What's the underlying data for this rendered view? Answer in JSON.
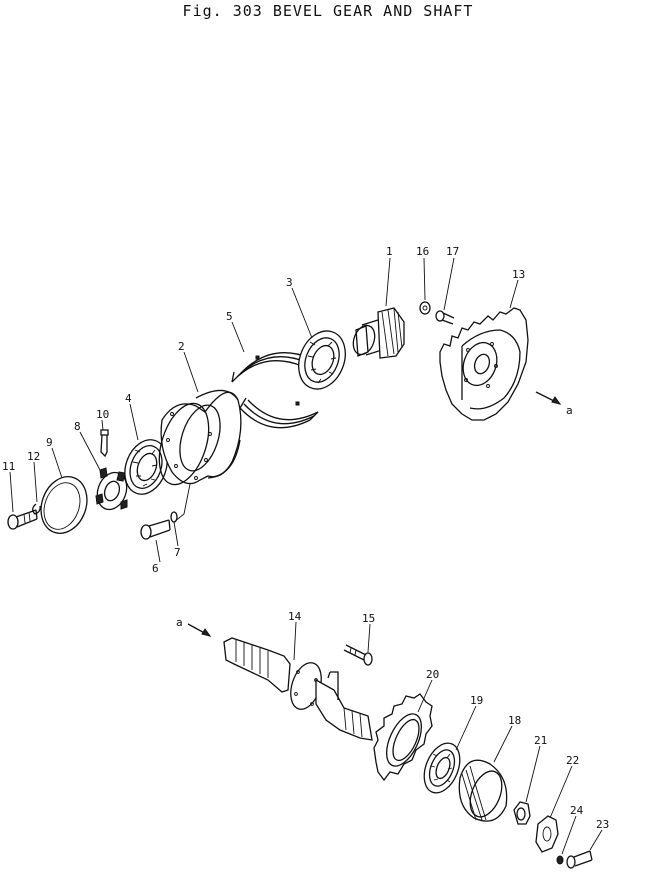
{
  "title": "Fig. 303  BEVEL GEAR AND SHAFT",
  "callouts": [
    {
      "id": "1",
      "label": "1"
    },
    {
      "id": "2",
      "label": "2"
    },
    {
      "id": "3",
      "label": "3"
    },
    {
      "id": "4",
      "label": "4"
    },
    {
      "id": "5",
      "label": "5"
    },
    {
      "id": "6",
      "label": "6"
    },
    {
      "id": "7",
      "label": "7"
    },
    {
      "id": "8",
      "label": "8"
    },
    {
      "id": "9",
      "label": "9"
    },
    {
      "id": "10",
      "label": "10"
    },
    {
      "id": "11",
      "label": "11"
    },
    {
      "id": "12",
      "label": "12"
    },
    {
      "id": "13",
      "label": "13"
    },
    {
      "id": "14",
      "label": "14"
    },
    {
      "id": "15",
      "label": "15"
    },
    {
      "id": "16",
      "label": "16"
    },
    {
      "id": "17",
      "label": "17"
    },
    {
      "id": "18",
      "label": "18"
    },
    {
      "id": "19",
      "label": "19"
    },
    {
      "id": "20",
      "label": "20"
    },
    {
      "id": "21",
      "label": "21"
    },
    {
      "id": "22",
      "label": "22"
    },
    {
      "id": "23",
      "label": "23"
    },
    {
      "id": "24",
      "label": "24"
    },
    {
      "id": "a1",
      "label": "a"
    },
    {
      "id": "a2",
      "label": "a"
    }
  ]
}
